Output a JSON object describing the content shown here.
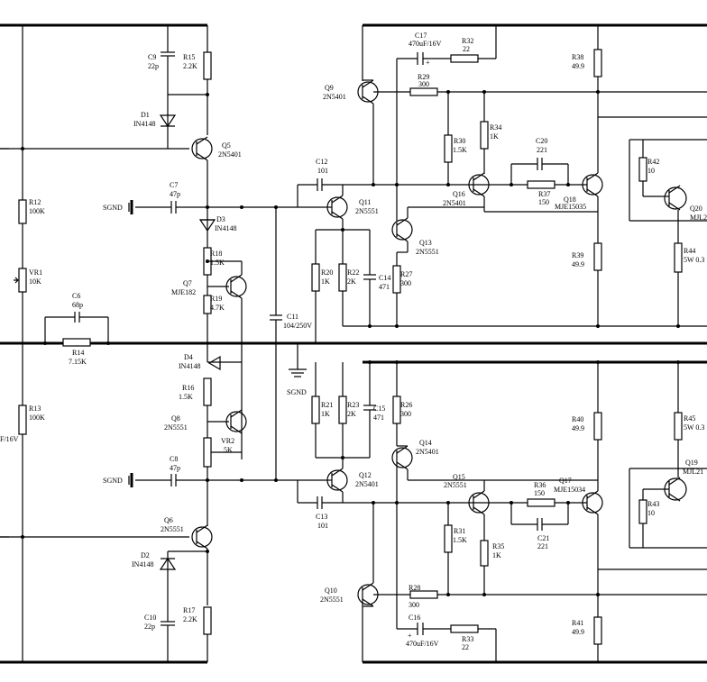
{
  "labels": {
    "C9": "C9",
    "C9v": "22p",
    "R15": "R15",
    "R15v": "2.2K",
    "D1": "D1",
    "D1v": "IN4148",
    "Q5": "Q5",
    "Q5v": "2N5401",
    "R12": "R12",
    "R12v": "100K",
    "VR1": "VR1",
    "VR1v": "10K",
    "C7": "C7",
    "C7v": "47p",
    "SGND": "SGND",
    "D3": "D3",
    "D3v": "IN4148",
    "R18": "R18",
    "R18v": "1.5K",
    "Q7": "Q7",
    "Q7v": "MJE182",
    "R19": "R19",
    "R19v": "4.7K",
    "C6": "C6",
    "C6v": "68p",
    "R14": "R14",
    "R14v": "7.15K",
    "C11": "C11",
    "C11v": "104/250V",
    "D4": "D4",
    "D4v": "IN4148",
    "R16": "R16",
    "R16v": "1.5K",
    "R13": "R13",
    "R13v": "100K",
    "F16V": "F/16V",
    "Q8": "Q8",
    "Q8v": "2N5551",
    "VR2": "VR2",
    "VR2v": "5K",
    "C8": "C8",
    "C8v": "47p",
    "Q6": "Q6",
    "Q6v": "2N5551",
    "D2": "D2",
    "D2v": "IN4148",
    "C10": "C10",
    "C10v": "22p",
    "R17": "R17",
    "R17v": "2.2K",
    "C12": "C12",
    "C12v": "101",
    "Q11": "Q11",
    "Q11v": "2N5551",
    "Q9": "Q9",
    "Q9v": "2N5401",
    "C17": "C17",
    "C17v": "470uF/16V",
    "R32": "R32",
    "R32v": "22",
    "R29": "R29",
    "R29v": "300",
    "R34": "R34",
    "R34v": "1K",
    "R30": "R30",
    "R30v": "1.5K",
    "C20": "C20",
    "C20v": "221",
    "R37": "R37",
    "R37v": "150",
    "Q16": "Q16",
    "Q16v": "2N5401",
    "Q18": "Q18",
    "Q18v": "MJE15035",
    "R38": "R38",
    "R38v": "49.9",
    "R42": "R42",
    "R42v": "10",
    "Q20": "Q20",
    "Q20v": "MJL2",
    "Q13": "Q13",
    "Q13v": "2N5551",
    "R20": "R20",
    "R20v": "1K",
    "R22": "R22",
    "R22v": "2K",
    "C14": "C14",
    "C14v": "471",
    "R27": "R27",
    "R27v": "300",
    "R39": "R39",
    "R39v": "49.9",
    "R44": "R44",
    "R44v": "5W 0.3",
    "R21": "R21",
    "R21v": "1K",
    "R23": "R23",
    "R23v": "2K",
    "C15": "C15",
    "C15v": "471",
    "R26": "R26",
    "R26v": "300",
    "Q14": "Q14",
    "Q14v": "2N5401",
    "R40": "R40",
    "R40v": "49.9",
    "R45": "R45",
    "R45v": "5W 0.3",
    "Q12": "Q12",
    "Q12v": "2N5401",
    "C13": "C13",
    "C13v": "101",
    "Q15": "Q15",
    "Q15v": "2N5551",
    "R36": "R36",
    "R36v": "150",
    "Q17": "Q17",
    "Q17v": "MJE15034",
    "Q19": "Q19",
    "Q19v": "MJL21",
    "R31": "R31",
    "R31v": "1.5K",
    "R35": "R35",
    "R35v": "1K",
    "C21": "C21",
    "C21v": "221",
    "R43": "R43",
    "R43v": "10",
    "Q10": "Q10",
    "Q10v": "2N5551",
    "R28": "R28",
    "R28v": "300",
    "C16": "C16",
    "C16v": "470uF/16V",
    "R33": "R33",
    "R33v": "22",
    "R41": "R41",
    "R41v": "49.9",
    "plus": "+"
  }
}
